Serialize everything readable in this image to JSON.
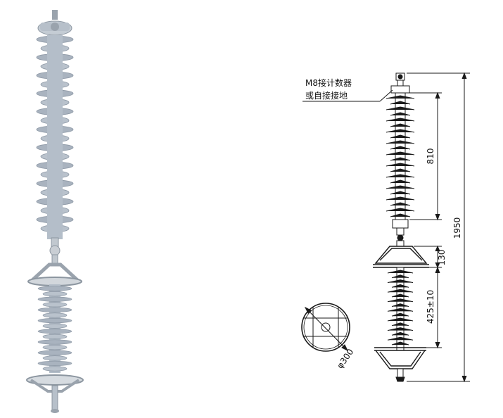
{
  "annotation": {
    "line1": "M8接计数器",
    "line2": "或自接接地"
  },
  "dimensions": {
    "upper_section": "810",
    "overall_height": "1950",
    "grading_ring_height": "130",
    "ring_spacing": "425±10",
    "ring_diameter": "φ300"
  },
  "colors": {
    "photo_body": "#b9c2cc",
    "photo_shed": "#a9b3bf",
    "photo_shade": "#8c97a4",
    "metal": "#c9ced4",
    "line": "#1a1a1a"
  }
}
